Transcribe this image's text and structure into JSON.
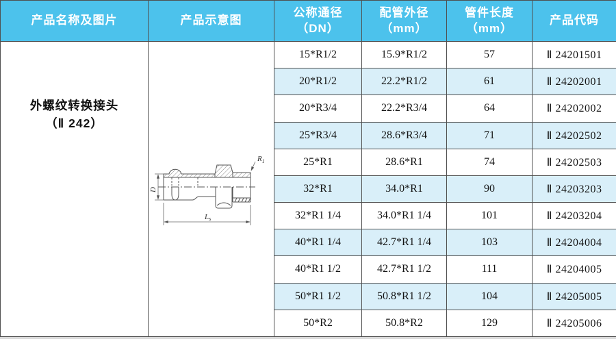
{
  "colors": {
    "header_bg": "#4CC2EC",
    "stripe_bg": "#D9EFF9",
    "grid_line": "#4F4F4F",
    "header_text": "#FFFFFF",
    "body_text": "#141414",
    "diagram_line": "#555555"
  },
  "header": {
    "col1": "产品名称及图片",
    "col2": "产品示意图",
    "col3_line1": "公称通径",
    "col3_line2": "（DN）",
    "col4_line1": "配管外径",
    "col4_line2": "（mm）",
    "col5_line1": "管件长度",
    "col5_line2": "（mm）",
    "col6": "产品代码"
  },
  "product": {
    "name": "外螺纹转换接头",
    "model": "（Ⅱ 242）"
  },
  "diagram": {
    "diameter_label": "D",
    "length_label": "L",
    "length_sub": "s",
    "thread_label": "R",
    "thread_sub": "1"
  },
  "rows": [
    {
      "dn": "15*R1/2",
      "od": "15.9*R1/2",
      "len": "57",
      "code": "Ⅱ 24201501"
    },
    {
      "dn": "20*R1/2",
      "od": "22.2*R1/2",
      "len": "61",
      "code": "Ⅱ 24202001"
    },
    {
      "dn": "20*R3/4",
      "od": "22.2*R3/4",
      "len": "64",
      "code": "Ⅱ 24202002"
    },
    {
      "dn": "25*R3/4",
      "od": "28.6*R3/4",
      "len": "71",
      "code": "Ⅱ 24202502"
    },
    {
      "dn": "25*R1",
      "od": "28.6*R1",
      "len": "74",
      "code": "Ⅱ 24202503"
    },
    {
      "dn": "32*R1",
      "od": "34.0*R1",
      "len": "90",
      "code": "Ⅱ 24203203"
    },
    {
      "dn": "32*R1 1/4",
      "od": "34.0*R1 1/4",
      "len": "101",
      "code": "Ⅱ 24203204"
    },
    {
      "dn": "40*R1 1/4",
      "od": "42.7*R1 1/4",
      "len": "103",
      "code": "Ⅱ 24204004"
    },
    {
      "dn": "40*R1 1/2",
      "od": "42.7*R1 1/2",
      "len": "111",
      "code": "Ⅱ 24204005"
    },
    {
      "dn": "50*R1 1/2",
      "od": "50.8*R1 1/2",
      "len": "104",
      "code": "Ⅱ 24205005"
    },
    {
      "dn": "50*R2",
      "od": "50.8*R2",
      "len": "129",
      "code": "Ⅱ 24205006"
    }
  ]
}
